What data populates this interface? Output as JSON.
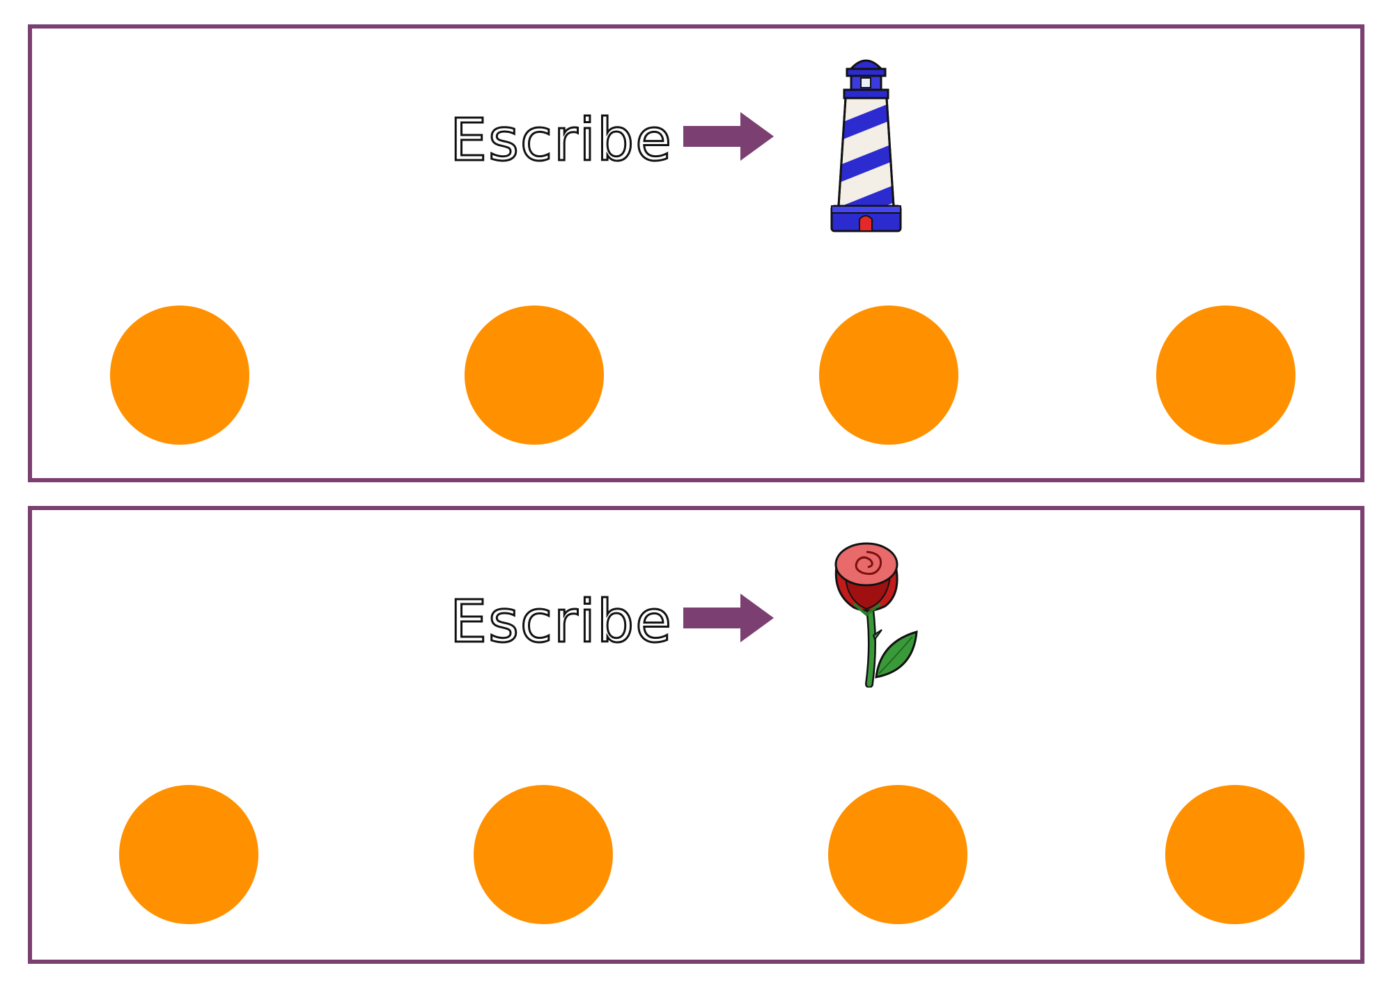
{
  "colors": {
    "border": "#7b3f72",
    "arrow": "#7b3f72",
    "dot": "#ff9000"
  },
  "cards": [
    {
      "label": "Escribe",
      "picture": "lighthouse-icon",
      "arrow": "right-arrow-icon",
      "dot_count": 4
    },
    {
      "label": "Escribe",
      "picture": "rose-icon",
      "arrow": "right-arrow-icon",
      "dot_count": 4
    }
  ]
}
